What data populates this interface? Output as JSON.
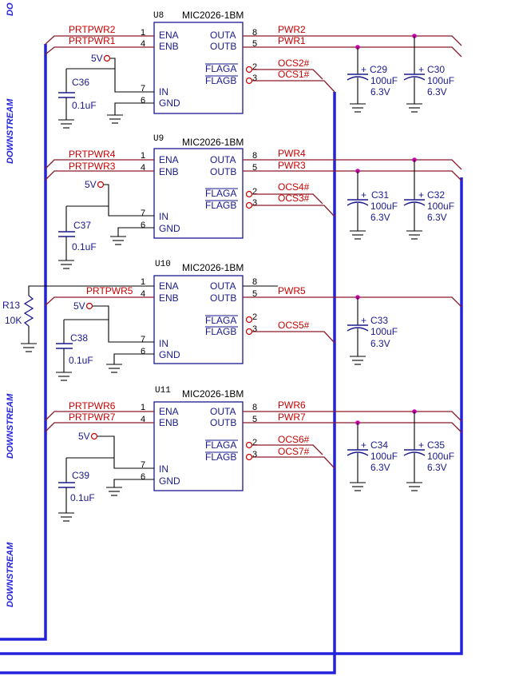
{
  "side_labels": [
    "DO",
    "DOWNSTREAM",
    "DOWNSTREAM",
    "DOWNSTREAM"
  ],
  "chip_common": {
    "part": "MIC2026-1BM",
    "pins": {
      "ena": "ENA",
      "enb": "ENB",
      "in": "IN",
      "gnd": "GND",
      "outa": "OUTA",
      "outb": "OUTB",
      "flaga": "FLAGA",
      "flagb": "FLAGB"
    },
    "pin_numbers": {
      "ena": "1",
      "enb": "4",
      "in": "7",
      "gnd": "6",
      "outa": "8",
      "outb": "5",
      "flaga": "2",
      "flagb": "3"
    }
  },
  "chips": [
    {
      "ref": "U8",
      "ena_net": "PRTPWR2",
      "enb_net": "PRTPWR1",
      "outa_net": "PWR2",
      "outb_net": "PWR1",
      "flaga_net": "OCS2#",
      "flagb_net": "OCS1#",
      "supply": "5V",
      "decoupling": {
        "ref": "C36",
        "value": "0.1uF"
      }
    },
    {
      "ref": "U9",
      "ena_net": "PRTPWR4",
      "enb_net": "PRTPWR3",
      "outa_net": "PWR4",
      "outb_net": "PWR3",
      "flaga_net": "OCS4#",
      "flagb_net": "OCS3#",
      "supply": "5V",
      "decoupling": {
        "ref": "C37",
        "value": "0.1uF"
      }
    },
    {
      "ref": "U10",
      "ena_net": "",
      "enb_net": "PRTPWR5",
      "outa_net": "",
      "outb_net": "PWR5",
      "flaga_net": "",
      "flagb_net": "OCS5#",
      "supply": "5V",
      "decoupling": {
        "ref": "C38",
        "value": "0.1uF"
      }
    },
    {
      "ref": "U11",
      "ena_net": "PRTPWR6",
      "enb_net": "PRTPWR7",
      "outa_net": "PWR6",
      "outb_net": "PWR7",
      "flaga_net": "OCS6#",
      "flagb_net": "OCS7#",
      "supply": "5V",
      "decoupling": {
        "ref": "C39",
        "value": "0.1uF"
      }
    }
  ],
  "bulk_caps": [
    {
      "ref": "C29",
      "value": "100uF",
      "voltage": "6.3V"
    },
    {
      "ref": "C30",
      "value": "100uF",
      "voltage": "6.3V"
    },
    {
      "ref": "C31",
      "value": "100uF",
      "voltage": "6.3V"
    },
    {
      "ref": "C32",
      "value": "100uF",
      "voltage": "6.3V"
    },
    {
      "ref": "C33",
      "value": "100uF",
      "voltage": "6.3V"
    },
    {
      "ref": "C34",
      "value": "100uF",
      "voltage": "6.3V"
    },
    {
      "ref": "C35",
      "value": "100uF",
      "voltage": "6.3V"
    }
  ],
  "resistor": {
    "ref": "R13",
    "value": "10K"
  },
  "polarity_mark": "+"
}
